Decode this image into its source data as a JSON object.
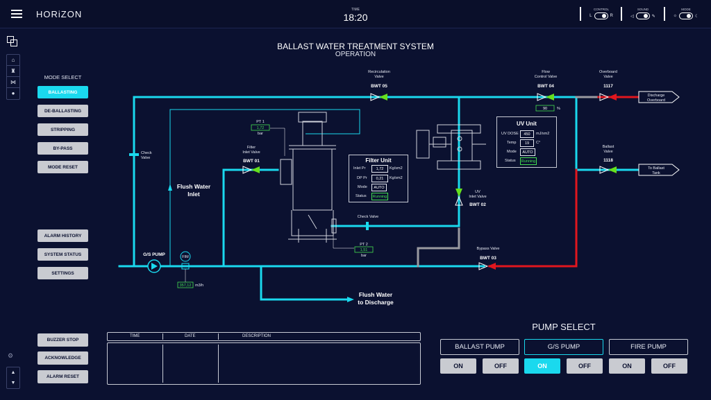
{
  "app": {
    "brand": "HORiZON",
    "time_label": "TIME",
    "time": "18:20"
  },
  "toggles": [
    {
      "label": "CONTROL",
      "left": "L",
      "right": "R"
    },
    {
      "label": "SOUND",
      "left_icon": "speaker-icon",
      "right_icon": "pencil-icon"
    },
    {
      "label": "MODE",
      "left_icon": "sun-icon",
      "right_icon": "moon-icon"
    }
  ],
  "titles": {
    "main": "BALLAST WATER TREATMENT SYSTEM",
    "sub": "OPERATION"
  },
  "mode_select": {
    "title": "MODE SELECT",
    "buttons": [
      "BALLASTING",
      "DE-BALLASTING",
      "STRIPPING",
      "BY-PASS",
      "MODE RESET"
    ],
    "active": "BALLASTING"
  },
  "system_buttons": [
    "ALARM HISTORY",
    "SYSTEM STATUS",
    "SETTINGS"
  ],
  "alarm_buttons": [
    "BUZZER STOP",
    "ACKNOWLEDGE",
    "ALARM RESET"
  ],
  "diagram": {
    "recirc_valve": {
      "name": "Recirculation Valve",
      "line1": "Recirculation",
      "line2": "Valve",
      "tag": "BWT 05"
    },
    "flow_valve": {
      "line1": "Flow",
      "line2": "Control Valve",
      "tag": "BWT 04",
      "value": "90",
      "unit": "%"
    },
    "overboard_valve": {
      "line1": "Overboard",
      "line2": "Valve",
      "tag": "1117"
    },
    "ballast_valve": {
      "line1": "Ballast",
      "line2": "Valve",
      "tag": "1118"
    },
    "discharge": {
      "line1": "Discharge",
      "line2": "Overboard"
    },
    "to_tank": {
      "line1": "To Ballast",
      "line2": "Tank"
    },
    "check_valve_left": {
      "line1": "Check",
      "line2": "Valve"
    },
    "check_valve_mid": "Check Valve",
    "filter_inlet": {
      "line1": "Filter",
      "line2": "Inlet Valve",
      "tag": "BWT 01"
    },
    "uv_inlet": {
      "line1": "UV",
      "line2": "Inlet Valve",
      "tag": "BWT 02"
    },
    "bypass_valve": {
      "line1": "Bypass Valve",
      "tag": "BWT 03"
    },
    "flush_inlet": {
      "line1": "Flush Water",
      "line2": "Inlet"
    },
    "flush_discharge": {
      "line1": "Flush Water",
      "line2": "to Discharge"
    },
    "gs_pump": "G/S PUMP",
    "fim": {
      "tag": "FIM",
      "value": "357,12",
      "unit": "m3/h"
    },
    "pt1": {
      "tag": "PT 1",
      "value": "1,72",
      "unit": "bar"
    },
    "pt2": {
      "tag": "PT 2",
      "value": "1,51",
      "unit": "bar"
    }
  },
  "filter_unit": {
    "title": "Filter Unit",
    "rows": [
      {
        "label": "Inlet Pr",
        "value": "1,72",
        "unit": "Kg/sm2"
      },
      {
        "label": "DP Pr",
        "value": "0,21",
        "unit": "Kg/sm2"
      },
      {
        "label": "Mode",
        "value": "AUTO",
        "unit": ""
      },
      {
        "label": "Status",
        "value": "Running",
        "unit": ""
      }
    ]
  },
  "uv_unit": {
    "title": "UV Unit",
    "rows": [
      {
        "label": "UV DOSE",
        "value": "450",
        "unit": "mJ/sm2"
      },
      {
        "label": "Temp",
        "value": "19",
        "unit": "C°"
      },
      {
        "label": "Mode",
        "value": "AUTO",
        "unit": ""
      },
      {
        "label": "Status",
        "value": "Running",
        "unit": ""
      }
    ]
  },
  "alarm_log": {
    "columns": [
      "TIME",
      "DATE",
      "DESCRIPTION"
    ],
    "rows": []
  },
  "pump_select": {
    "title": "PUMP SELECT",
    "pumps": [
      {
        "name": "BALLAST PUMP",
        "on": "ON",
        "off": "OFF",
        "state": "off"
      },
      {
        "name": "G/S PUMP",
        "on": "ON",
        "off": "OFF",
        "state": "on"
      },
      {
        "name": "FIRE PUMP",
        "on": "ON",
        "off": "OFF",
        "state": "off"
      }
    ]
  },
  "colors": {
    "flow": "#1ad9ee",
    "alarm_line": "#e0161e",
    "idle_line": "#9a9aa0",
    "valve_open": "#66e01e",
    "valve_closed": "#e0161e",
    "background": "#0b1130"
  }
}
